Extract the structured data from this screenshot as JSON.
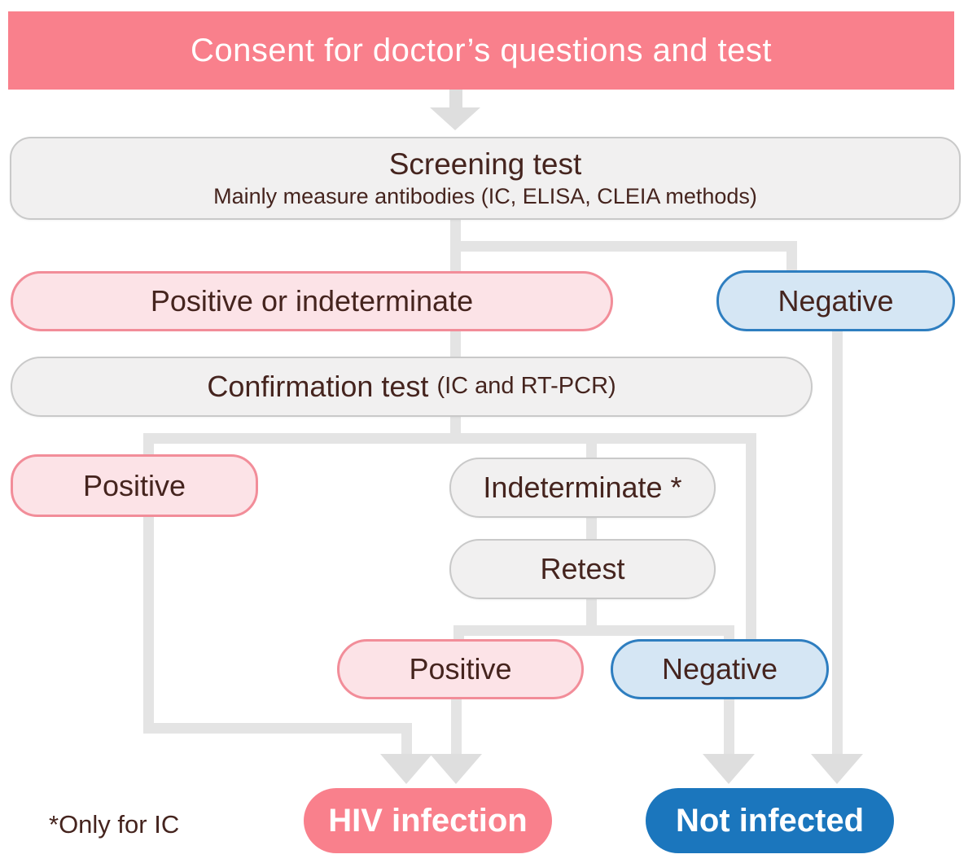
{
  "theme": {
    "pink_solid": "#f9808c",
    "pink_light": "#fce3e7",
    "pink_border": "#f28d99",
    "blue_solid": "#1b76bd",
    "blue_light": "#d5e6f4",
    "blue_border": "#2e7ec0",
    "gray_fill": "#f1f0f0",
    "gray_border": "#c9c9c9",
    "connector": "#e4e4e4",
    "text_ink": "#45241e"
  },
  "nodes": {
    "consent": {
      "label": "Consent for doctor’s questions and test"
    },
    "screening": {
      "title": "Screening test",
      "subtitle": "Mainly measure antibodies (IC, ELISA, CLEIA methods)"
    },
    "positive_or_indeterminate": {
      "label": "Positive or indeterminate"
    },
    "negative_screening": {
      "label": "Negative"
    },
    "confirmation": {
      "title": "Confirmation test",
      "subtitle": "(IC and RT-PCR)"
    },
    "positive_confirmation": {
      "label": "Positive"
    },
    "indeterminate": {
      "label": "Indeterminate *"
    },
    "retest": {
      "label": "Retest"
    },
    "positive_retest": {
      "label": "Positive"
    },
    "negative_retest": {
      "label": "Negative"
    },
    "hiv_infection": {
      "label": "HIV infection"
    },
    "not_infected": {
      "label": "Not infected"
    }
  },
  "footnote": "*Only for IC"
}
